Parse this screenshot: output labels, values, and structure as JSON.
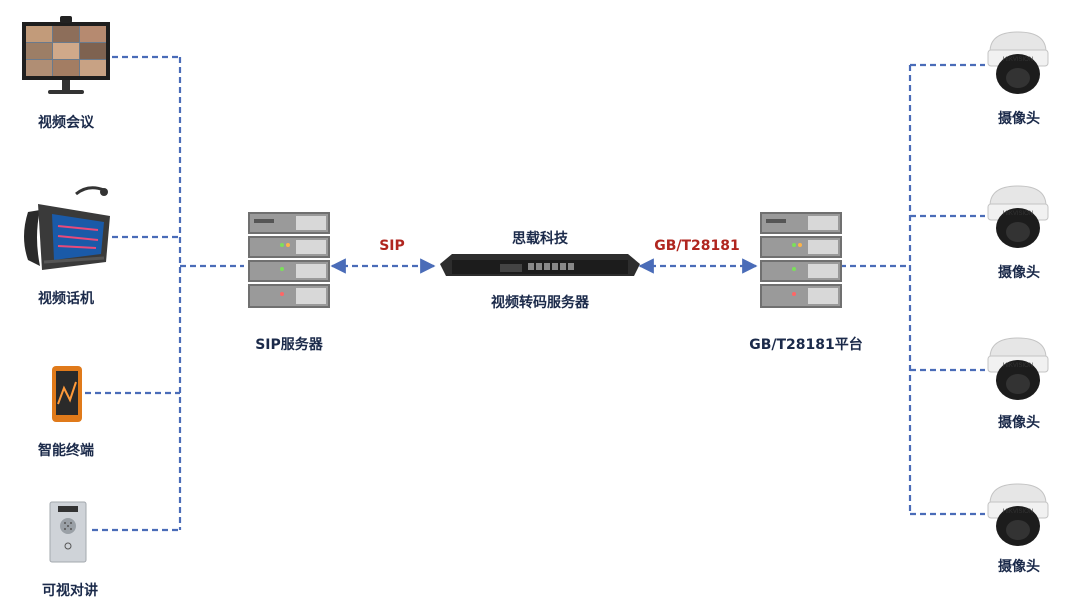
{
  "devices_left": [
    {
      "label": "视频会议",
      "icon": "video-conference-monitor"
    },
    {
      "label": "视频话机",
      "icon": "video-desk-phone"
    },
    {
      "label": "智能终端",
      "icon": "smart-terminal-phone"
    },
    {
      "label": "可视对讲",
      "icon": "video-intercom-panel"
    }
  ],
  "sip_server": {
    "label": "SIP服务器",
    "icon": "server-rack"
  },
  "gateway": {
    "label_top": "思载科技",
    "label_bottom": "视频转码服务器",
    "icon": "rack-mount-transcoder"
  },
  "gb_platform": {
    "label": "GB/T28181平台",
    "icon": "server-rack"
  },
  "cameras": [
    {
      "label": "摄像头",
      "brand": "HIKVISION",
      "icon": "dome-camera"
    },
    {
      "label": "摄像头",
      "brand": "HIKVISION",
      "icon": "dome-camera"
    },
    {
      "label": "摄像头",
      "brand": "HIKVISION",
      "icon": "dome-camera"
    },
    {
      "label": "摄像头",
      "brand": "HIKVISION",
      "icon": "dome-camera"
    }
  ],
  "protocols": {
    "left": "SIP",
    "right": "GB/T28181"
  },
  "colors": {
    "link": "#4a6cb8",
    "protocol_text": "#b0261f",
    "label_text": "#1b2a4a",
    "server_body": "#6b6b6b"
  }
}
